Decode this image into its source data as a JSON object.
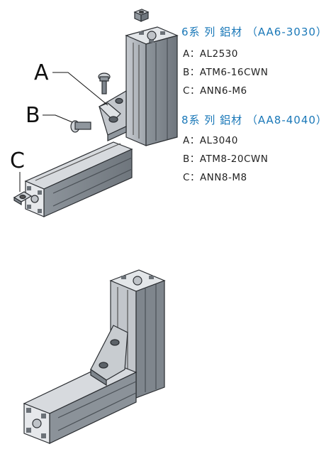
{
  "groups": [
    {
      "title": "6系 列 鋁材 （AA6-3030）",
      "specs": [
        {
          "key": "A",
          "sep": "：",
          "value": "AL2530"
        },
        {
          "key": "B",
          "sep": "：",
          "value": "ATM6-16CWN"
        },
        {
          "key": "C",
          "sep": "：",
          "value": "ANN6-M6"
        }
      ]
    },
    {
      "title": "8系 列 鋁材 （AA8-4040）",
      "specs": [
        {
          "key": "A",
          "sep": "：",
          "value": "AL3040"
        },
        {
          "key": "B",
          "sep": "：",
          "value": "ATM8-20CWN"
        },
        {
          "key": "C",
          "sep": "：",
          "value": "ANN8-M8"
        }
      ]
    }
  ],
  "callouts": {
    "a": "A",
    "b": "B",
    "c": "C"
  },
  "colors": {
    "title_blue": "#1a78b8",
    "metal_light": "#d9dce0",
    "metal_mid": "#b4b9bf",
    "metal_dark": "#7e858c",
    "outline": "#2a2d31"
  }
}
